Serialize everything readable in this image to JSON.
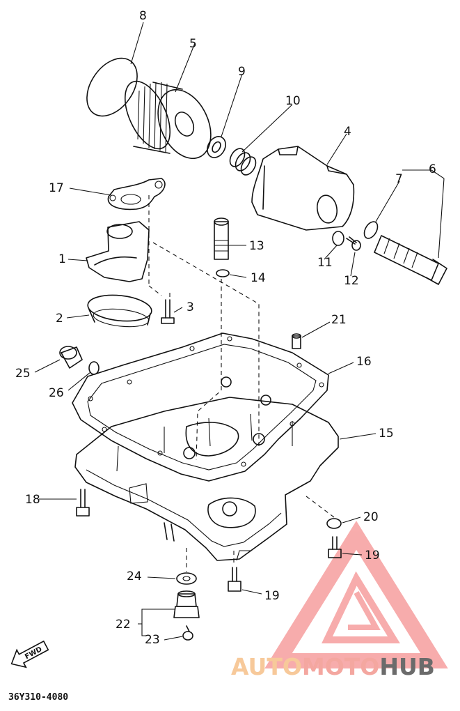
{
  "diagram": {
    "part_code": "36Y310-4080",
    "fwd_label": "FWD",
    "callouts": [
      "8",
      "5",
      "9",
      "10",
      "4",
      "6",
      "7",
      "17",
      "13",
      "1",
      "14",
      "11",
      "12",
      "3",
      "2",
      "21",
      "16",
      "25",
      "26",
      "15",
      "18",
      "20",
      "19",
      "24",
      "19",
      "22",
      "23"
    ]
  },
  "watermark": {
    "brand_parts": [
      "AUTO",
      "MOTO",
      "HUB"
    ],
    "colors": {
      "auto": "#f7c99a",
      "moto": "#f4a7a0",
      "hub": "#6b6b6b",
      "logo": "#f26a6a"
    }
  }
}
